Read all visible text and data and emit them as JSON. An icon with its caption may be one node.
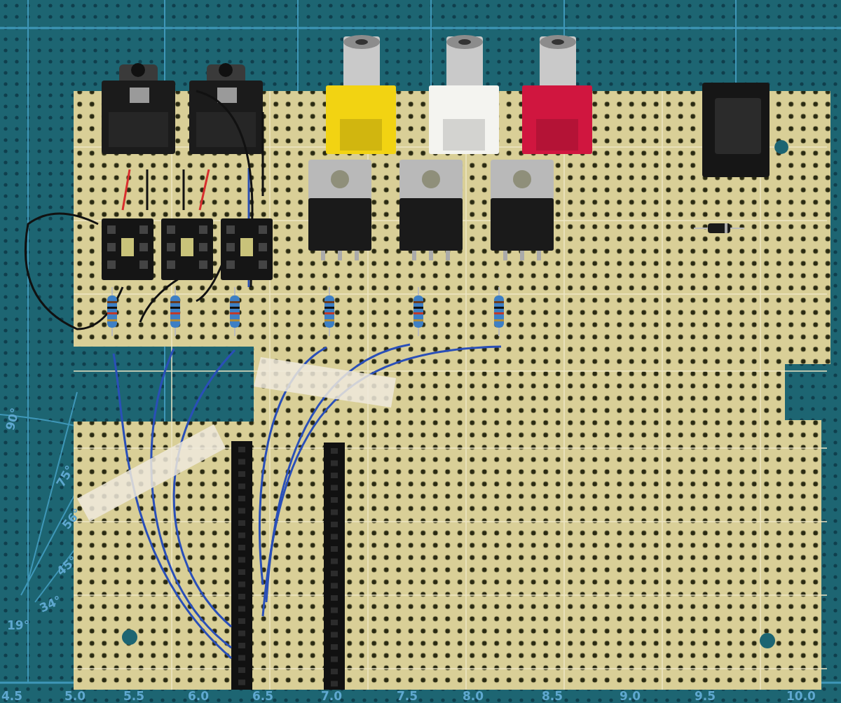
{
  "diagram": {
    "labels": [
      "90°",
      "75°",
      "56°",
      "45°",
      "34°",
      "19°",
      "4.5",
      "5.0",
      "5.5",
      "6.0",
      "6.5",
      "7.0",
      "7.5",
      "8.0",
      "8.5",
      "9.0",
      "9.5",
      "10.0"
    ]
  }
}
